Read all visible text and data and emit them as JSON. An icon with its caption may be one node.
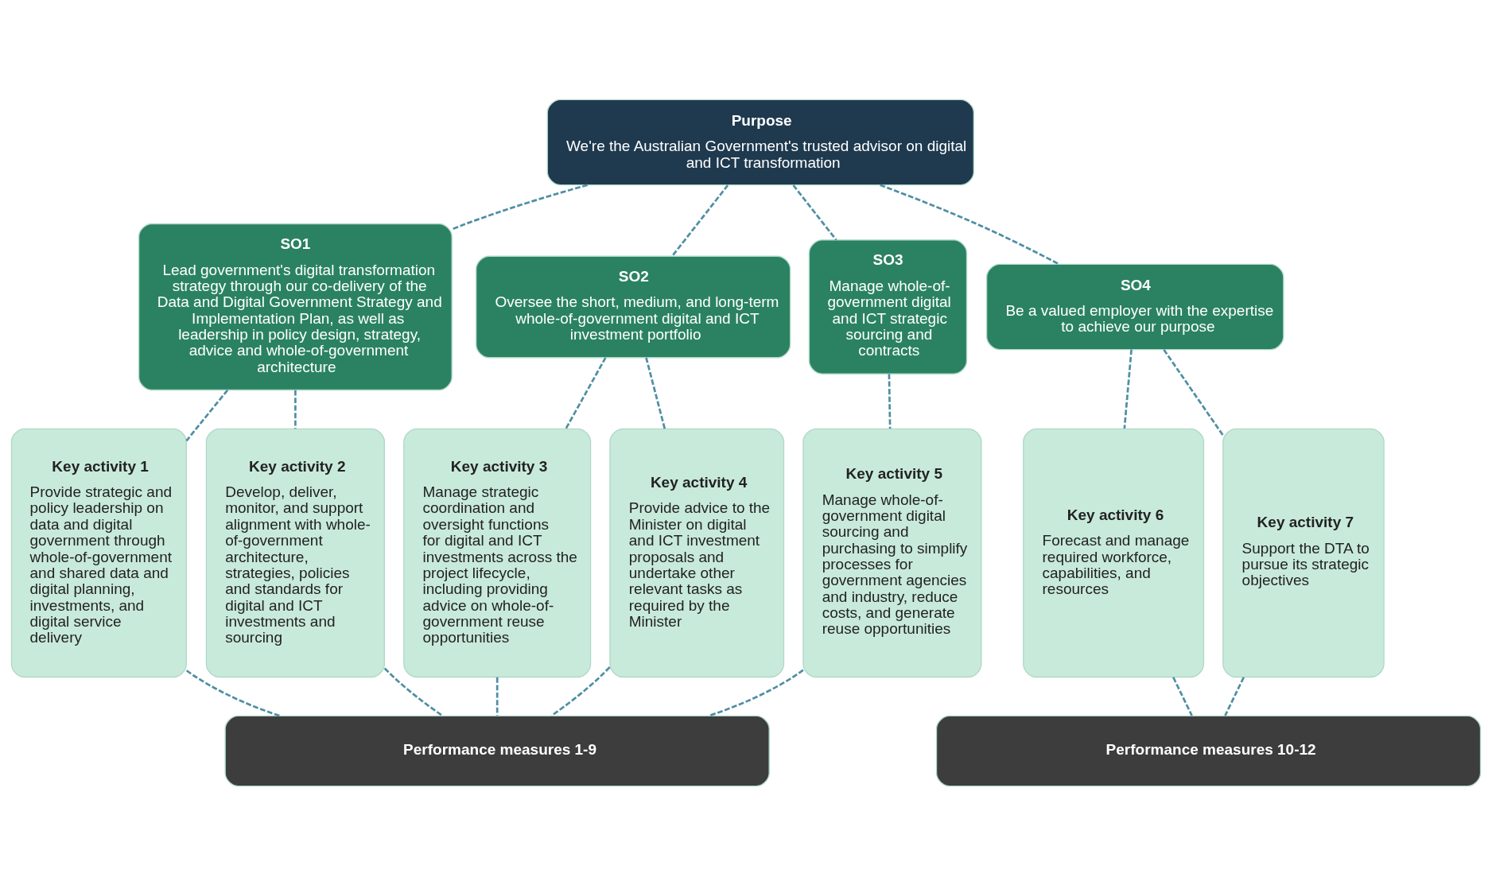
{
  "diagram": {
    "nodes": [
      {
        "text": [
          "Purpose",
          "We're the Australian Government's trusted advisor on digital and ICT transformation"
        ]
      },
      {
        "text": [
          "SO1",
          "Lead government's digital transformation strategy through our co-delivery of the Data and Digital Government Strategy and Implementation Plan, as well as leadership in policy design, strategy, advice and whole-of-government architecture"
        ]
      },
      {
        "text": [
          "SO2",
          "Oversee the short, medium, and long-term whole-of-government digital and ICT investment portfolio"
        ]
      },
      {
        "text": [
          "SO3",
          "Manage whole-of-government digital and ICT strategic sourcing and contracts"
        ]
      },
      {
        "text": [
          "SO4",
          "Be a valued employer with the expertise to achieve our purpose"
        ]
      },
      {
        "text": [
          "Key activity 1",
          "Provide strategic and policy leadership on data and digital government through whole-of-government and shared data and digital planning, investments, and digital service delivery"
        ]
      },
      {
        "text": [
          "Key activity 2",
          "Develop, deliver, monitor, and support alignment with whole-of-government architecture, strategies, policies and standards for digital and ICT investments and sourcing"
        ]
      },
      {
        "text": [
          "Key activity 3",
          "Manage strategic coordination and oversight functions for digital and ICT investments across the project lifecycle, including providing advice on whole-of-government reuse opportunities"
        ]
      },
      {
        "text": [
          "Key activity 4",
          "Provide advice to the Minister on digital and ICT investment proposals and undertake other relevant tasks as required by the Minister"
        ]
      },
      {
        "text": [
          "Key activity 5",
          "Manage whole-of-government digital sourcing and purchasing to simplify processes for government agencies and industry, reduce costs, and generate reuse opportunities"
        ]
      },
      {
        "text": [
          "Key activity 6",
          "Forecast and manage required workforce, capabilities, and resources"
        ]
      },
      {
        "text": [
          "Key activity 7",
          "Support the DTA to pursue its strategic objectives"
        ]
      },
      {
        "text": [
          "Performance measures 1-9"
        ]
      },
      {
        "text": [
          "Performance measures 10-12"
        ]
      }
    ],
    "edges": [
      {
        "from": 0,
        "to": 1,
        "arrow": "none",
        "style": "dashed"
      },
      {
        "from": 0,
        "to": 2,
        "arrow": "none",
        "style": "dashed"
      },
      {
        "from": 0,
        "to": 3,
        "arrow": "none",
        "style": "dashed"
      },
      {
        "from": 0,
        "to": 4,
        "arrow": "none",
        "style": "dashed"
      },
      {
        "from": 1,
        "to": 5,
        "arrow": "none",
        "style": "dashed"
      },
      {
        "from": 1,
        "to": 6,
        "arrow": "none",
        "style": "dashed"
      },
      {
        "from": 2,
        "to": 7,
        "arrow": "none",
        "style": "dashed"
      },
      {
        "from": 2,
        "to": 8,
        "arrow": "none",
        "style": "dashed"
      },
      {
        "from": 3,
        "to": 9,
        "arrow": "none",
        "style": "dashed"
      },
      {
        "from": 4,
        "to": 10,
        "arrow": "none",
        "style": "dashed"
      },
      {
        "from": 4,
        "to": 11,
        "arrow": "none",
        "style": "dashed"
      },
      {
        "from": 5,
        "to": 12,
        "arrow": "none",
        "style": "dashed"
      },
      {
        "from": 6,
        "to": 12,
        "arrow": "none",
        "style": "dashed"
      },
      {
        "from": 7,
        "to": 12,
        "arrow": "none",
        "style": "dashed"
      },
      {
        "from": 8,
        "to": 12,
        "arrow": "none",
        "style": "dashed"
      },
      {
        "from": 9,
        "to": 12,
        "arrow": "none",
        "style": "dashed"
      },
      {
        "from": 10,
        "to": 13,
        "arrow": "none",
        "style": "dashed"
      },
      {
        "from": 11,
        "to": 13,
        "arrow": "none",
        "style": "dashed"
      }
    ]
  }
}
